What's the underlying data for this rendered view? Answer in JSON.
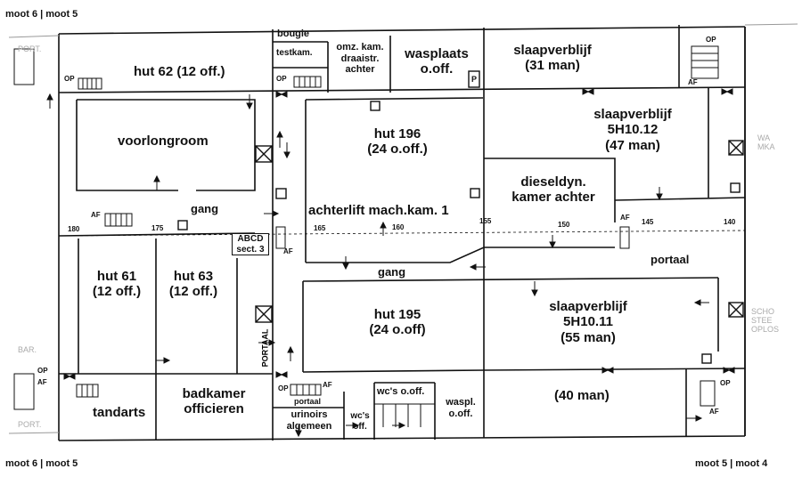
{
  "moot_labels": {
    "top_left": "moot 6  |  moot 5",
    "bottom_left": "moot 6  |  moot 5",
    "bottom_right": "moot 5  |  moot 4"
  },
  "rooms": {
    "bougie": "bougie",
    "testkam": "testkam.",
    "omz": "omz. kam.\ndraaistr.\nachter",
    "wasplaats": "wasplaats\no.off.",
    "slaap31": "slaapverblijf\n(31 man)",
    "hut62": "hut 62 (12 off.)",
    "voorlongroom": "voorlongroom",
    "hut196": "hut 196\n(24 o.off.)",
    "slaap47": "slaapverblijf\n5H10.12\n(47 man)",
    "dieseldyn": "dieseldyn.\nkamer achter",
    "achterlift": "achterlift  mach.kam. 1",
    "gang_top": "gang",
    "gang_mid": "gang",
    "abcd": "ABCD\nsect. 3",
    "portaal": "portaal",
    "hut61": "hut 61\n(12 off.)",
    "hut63": "hut 63\n(12 off.)",
    "hut195": "hut 195\n(24 o.off)",
    "slaap55": "slaapverblijf\n5H10.11\n(55 man)",
    "portaal_vert": "PORTAAL",
    "tandarts": "tandarts",
    "badkamer": "badkamer\nofficieren",
    "urinoirs": "urinoirs\nalgemeen",
    "wcs_off": "wc's\noff.",
    "wcs_ooff": "wc's o.off.",
    "waspl": "waspl.\no.off.",
    "man40": "(40 man)",
    "portaal_small": "portaal"
  },
  "frames": [
    "180",
    "175",
    "165",
    "160",
    "155",
    "150",
    "145",
    "140"
  ],
  "markers": {
    "op": "OP",
    "af": "AF",
    "p": "P"
  },
  "ghost": {
    "port_top": "PORT.",
    "port_bottom": "PORT.",
    "bar": "BAR.",
    "right_top": "WA\nMKA",
    "right_bottom": "SCHO\nSTEE\nOPLOS"
  }
}
